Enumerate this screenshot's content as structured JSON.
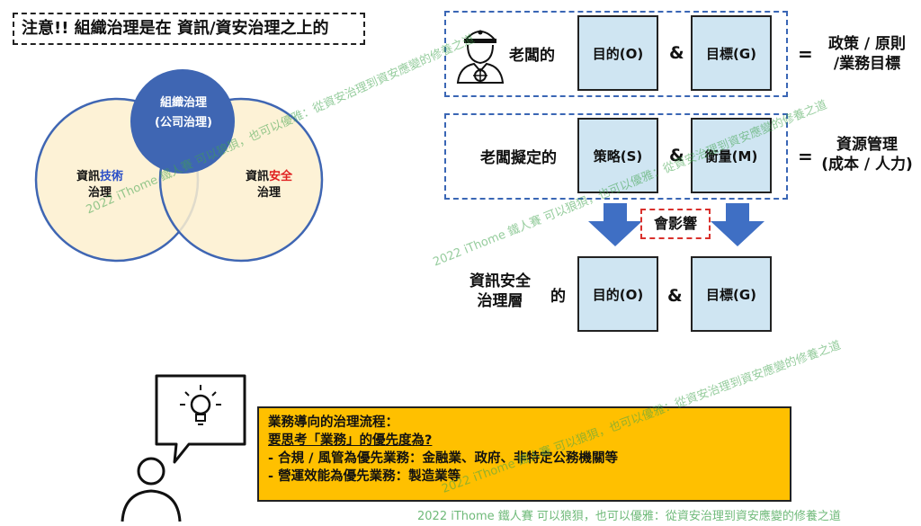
{
  "notice": "注意!! 組織治理是在 資訊/資安治理之上的",
  "venn": {
    "center_title": "組織治理",
    "center_subtitle": "(公司治理)",
    "left_prefix": "資訊",
    "left_highlight": "技術",
    "left_suffix": "治理",
    "left_highlight_color": "#2b4fc7",
    "right_prefix": "資訊",
    "right_highlight": "安全",
    "right_suffix": "治理",
    "right_highlight_color": "#e02020"
  },
  "row1": {
    "label": "老闆的",
    "box1": "目的(O)",
    "amp": "&",
    "box2": "目標(G)",
    "eq": "=",
    "result_line1": "政策 / 原則",
    "result_line2": "/業務目標"
  },
  "row2": {
    "label": "老闆擬定的",
    "box1": "策略(S)",
    "amp": "&",
    "box2": "衡量(M)",
    "eq": "=",
    "result_line1": "資源管理",
    "result_line2": "(成本 / 人力)"
  },
  "influence": "會影響",
  "row3": {
    "label_line1": "資訊安全",
    "label_line2": "治理層",
    "de": "的",
    "box1": "目的(O)",
    "amp": "&",
    "box2": "目標(G)"
  },
  "note": {
    "line1": "業務導向的治理流程：",
    "line2": "要思考「業務」的優先度為?",
    "bullet1": "-   合規 / 風管為優先業務：金融業、政府、非特定公務機關等",
    "bullet2": "-   營運效能為優先業務：製造業等"
  },
  "watermark": "2022 iThome 鐵人賽  可以狼狽，也可以優雅：從資安治理到資安應變的修養之道",
  "icons": [
    "captain-icon",
    "lightbulb-icon",
    "person-icon",
    "down-arrow-icon"
  ],
  "colors": {
    "venn_fill": "#fdf0cf",
    "venn_stroke": "#3f66b3",
    "center_fill": "#3f66b3",
    "box_fill": "#cfe5f2",
    "arrow": "#3f6fc4",
    "note_fill": "#ffc000"
  }
}
